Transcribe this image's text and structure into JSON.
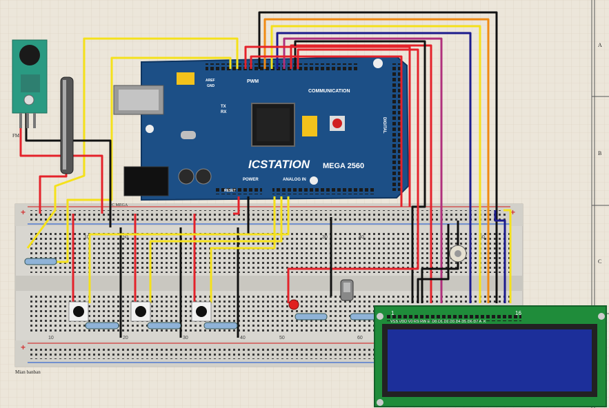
{
  "board": {
    "brand": "ICSTATION",
    "model": "MEGA 2560",
    "labels": {
      "pwm": "PWM",
      "communication": "COMMUNICATION",
      "power": "POWER",
      "analog_in": "ANALOG IN",
      "digital": "DIGITAL",
      "aref": "AREF",
      "gnd": "GND",
      "tx": "TX",
      "rx": "RX",
      "reset": "RESET"
    }
  },
  "labels": {
    "fm": "FM",
    "ic_mega": "IC MEGA",
    "main_breadboard": "Mian banban"
  },
  "breadboard": {
    "numbers_top": [
      "10",
      "30",
      "40",
      "50",
      "60"
    ],
    "numbers_bottom": [
      "10",
      "20",
      "30",
      "40",
      "50",
      "60"
    ]
  },
  "lcd": {
    "pins_label": "VSS VDD V0 RS RW E  D0 D1 D2 D3 D4 D5 D6 D7 A  K",
    "pin_first": "1",
    "pin_last": "16"
  },
  "frame_letters": [
    "A",
    "B",
    "C"
  ],
  "colors": {
    "background": "#ece6da",
    "board": "#1c4f86",
    "breadboard": "#d8d6d0",
    "lcd_pcb": "#1f8c3a",
    "lcd_screen": "#1c2f9a",
    "wire_red": "#e4222a",
    "wire_yellow": "#f5e11b",
    "wire_black": "#111111",
    "wire_orange": "#f08a12",
    "wire_blue": "#1b1b8c",
    "wire_magenta": "#b0307c"
  }
}
